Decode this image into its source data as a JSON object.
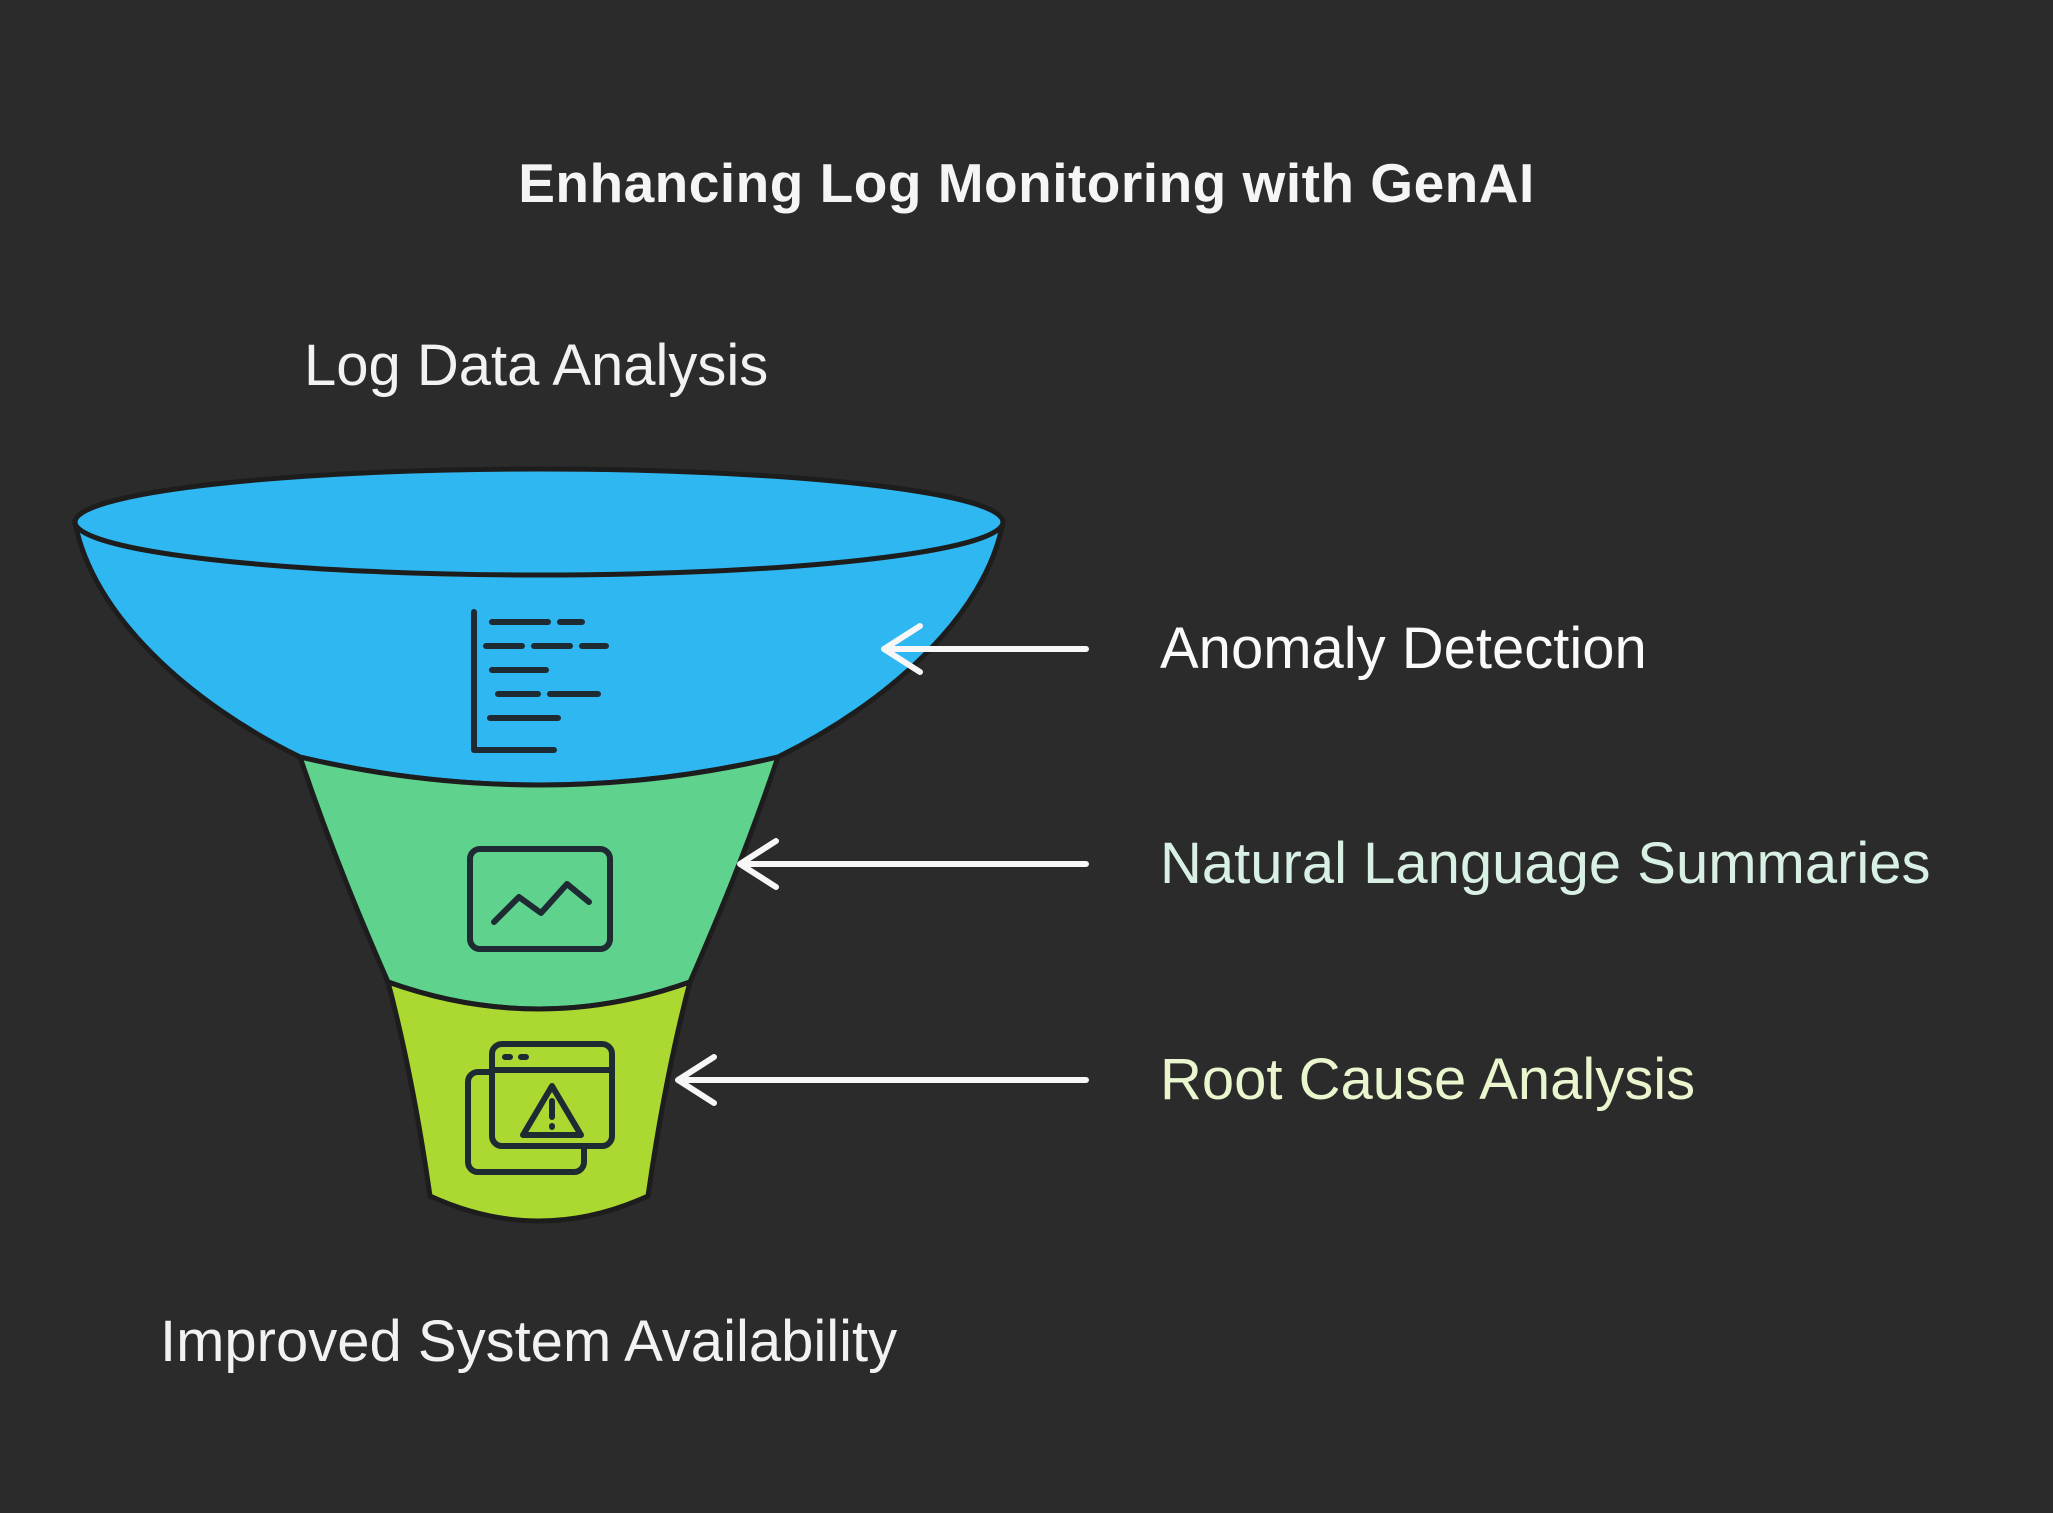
{
  "title": "Enhancing Log Monitoring with GenAI",
  "funnel": {
    "input_label": "Log Data Analysis",
    "output_label": "Improved System Availability",
    "stages": [
      {
        "label": "Anomaly Detection",
        "color": "#2eb7f1",
        "label_color": "#fafafa",
        "icon": "log-lines-icon"
      },
      {
        "label": "Natural Language Summaries",
        "color": "#5fd38d",
        "label_color": "#d9f1e4",
        "icon": "trend-chart-icon"
      },
      {
        "label": "Root Cause Analysis",
        "color": "#abd932",
        "label_color": "#eaf6ce",
        "icon": "browser-warning-icon"
      }
    ]
  },
  "colors": {
    "background": "#2b2b2b",
    "arrow": "#f7f7f7",
    "funnel_outline": "#1d1d1d",
    "icon_stroke": "#1e2b33",
    "title_text": "#f5f5f5"
  }
}
